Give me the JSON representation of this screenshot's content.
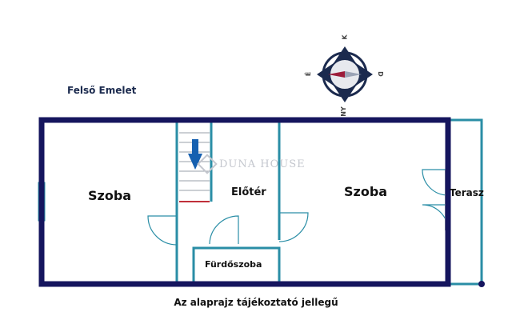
{
  "floor_title": "Felső Emelet",
  "rooms": {
    "left": "Szoba",
    "right": "Szoba",
    "hall": "Előtér",
    "bath": "Fürdőszoba",
    "terrace": "Terasz"
  },
  "note": "Az alaprajz tájékoztató jellegű",
  "watermark": "DUNA HOUSE",
  "compass": {
    "north": "K",
    "east": "D",
    "south": "NY",
    "west": "É"
  },
  "colors": {
    "outer_wall": "#15155e",
    "inner_wall": "#2a8ea6",
    "stair_arrow": "#1560b0",
    "compass_needle": "#9c1c3a"
  }
}
